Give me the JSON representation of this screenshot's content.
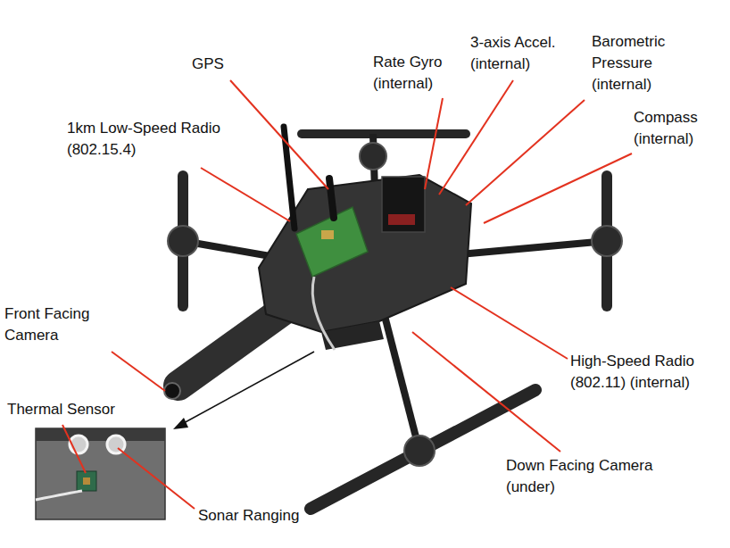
{
  "diagram": {
    "labels": [
      "GPS",
      "1km Low-Speed Radio (802.15.4)",
      "Rate Gyro (internal)",
      "3-axis Accel. (internal)",
      "Barometric Pressure (internal)",
      "Compass (internal)",
      "Front Facing Camera",
      "Thermal Sensor",
      "Sonar Ranging",
      "High-Speed Radio (802.11) (internal)",
      "Down Facing Camera (under)"
    ]
  }
}
